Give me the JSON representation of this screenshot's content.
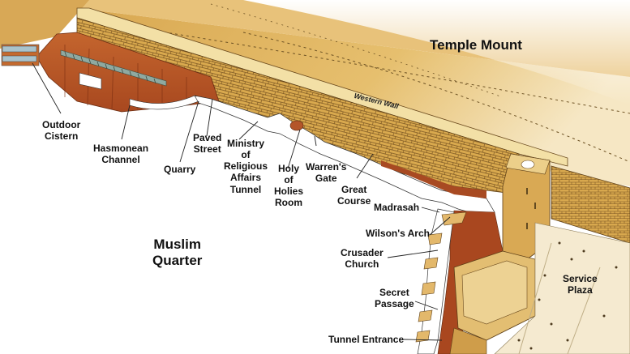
{
  "diagram": {
    "title": "Temple Mount",
    "regions": {
      "temple_mount": "Temple Mount",
      "muslim_quarter": "Muslim\nQuarter",
      "service_plaza": "Service\nPlaza"
    },
    "wall_label": "Western Wall",
    "callouts": [
      {
        "id": "outdoor-cistern",
        "text": "Outdoor\nCistern"
      },
      {
        "id": "hasmonean-channel",
        "text": "Hasmonean\nChannel"
      },
      {
        "id": "quarry",
        "text": "Quarry"
      },
      {
        "id": "paved-street",
        "text": "Paved\nStreet"
      },
      {
        "id": "ministry-tunnel",
        "text": "Ministry\nof\nReligious\nAffairs\nTunnel"
      },
      {
        "id": "holy-of-holies-room",
        "text": "Holy\nof\nHolies\nRoom"
      },
      {
        "id": "warrens-gate",
        "text": "Warren's\nGate"
      },
      {
        "id": "great-course",
        "text": "Great\nCourse"
      },
      {
        "id": "madrasah",
        "text": "Madrasah"
      },
      {
        "id": "wilsons-arch",
        "text": "Wilson's Arch"
      },
      {
        "id": "crusader-church",
        "text": "Crusader\nChurch"
      },
      {
        "id": "secret-passage",
        "text": "Secret\nPassage"
      },
      {
        "id": "tunnel-entrance",
        "text": "Tunnel Entrance"
      }
    ],
    "colors": {
      "sand": "#e2b866",
      "sand_light": "#efd08e",
      "wall_stone": "#d9a94e",
      "wall_top": "#f3e0a6",
      "rock_red": "#b8582a",
      "rock_dark": "#8e3a1c",
      "tunnel_white": "#ffffff",
      "line": "#3a2a18",
      "plaza": "#f2e4bf"
    }
  }
}
